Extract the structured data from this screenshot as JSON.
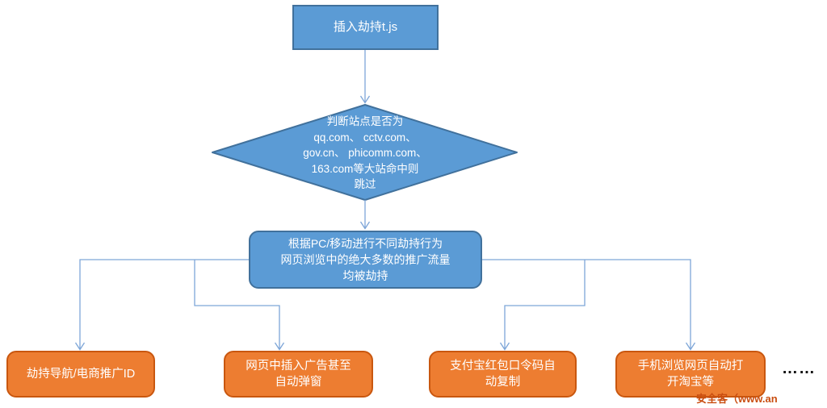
{
  "flowchart": {
    "start": {
      "label": "插入劫持t.js"
    },
    "decision": {
      "label": "判断站点是否为\nqq.com、 cctv.com、\ngov.cn、 phicomm.com、\n163.com等大站命中则\n跳过"
    },
    "process": {
      "label": "根据PC/移动进行不同劫持行为\n网页浏览中的绝大多数的推广流量\n均被劫持"
    },
    "outcomes": [
      {
        "label": "劫持导航/电商推广ID"
      },
      {
        "label": "网页中插入广告甚至\n自动弹窗"
      },
      {
        "label": "支付宝红包口令码自\n动复制"
      },
      {
        "label": "手机浏览网页自动打\n开淘宝等"
      }
    ],
    "ellipsis": "……",
    "watermark": "安全客（www.an",
    "colors": {
      "blue_fill": "#5B9BD5",
      "blue_border": "#41719C",
      "orange_fill": "#ED7D31",
      "orange_border": "#C9570F",
      "connector": "#7EA6D8",
      "node_text": "#FFFFFF",
      "watermark_text": "#C94D10",
      "ellipsis_text": "#141414",
      "background": "#FFFFFF"
    }
  }
}
